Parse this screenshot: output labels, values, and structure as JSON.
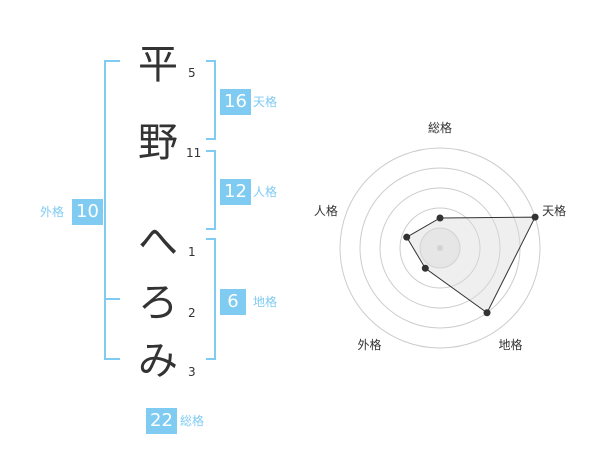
{
  "name": {
    "chars": [
      {
        "char": "平",
        "strokes": "5"
      },
      {
        "char": "野",
        "strokes": "11"
      },
      {
        "char": "へ",
        "strokes": "1"
      },
      {
        "char": "ろ",
        "strokes": "2"
      },
      {
        "char": "み",
        "strokes": "3"
      }
    ]
  },
  "kaku": {
    "tenkaku": {
      "value": "16",
      "label": "天格"
    },
    "jinkaku": {
      "value": "12",
      "label": "人格"
    },
    "chikaku": {
      "value": "6",
      "label": "地格"
    },
    "gaikaku": {
      "value": "10",
      "label": "外格"
    },
    "soukaku": {
      "value": "22",
      "label": "総格"
    }
  },
  "colors": {
    "accent": "#7fcbf2",
    "text": "#333333",
    "ring": "#cccccc",
    "fill": "#eeeeee"
  },
  "chart_data": {
    "type": "radar",
    "axes": [
      "総格",
      "天格",
      "地格",
      "外格",
      "人格"
    ],
    "values": [
      0.3,
      1.0,
      0.8,
      0.25,
      0.35
    ],
    "rings": 5,
    "range": [
      0,
      1
    ]
  }
}
